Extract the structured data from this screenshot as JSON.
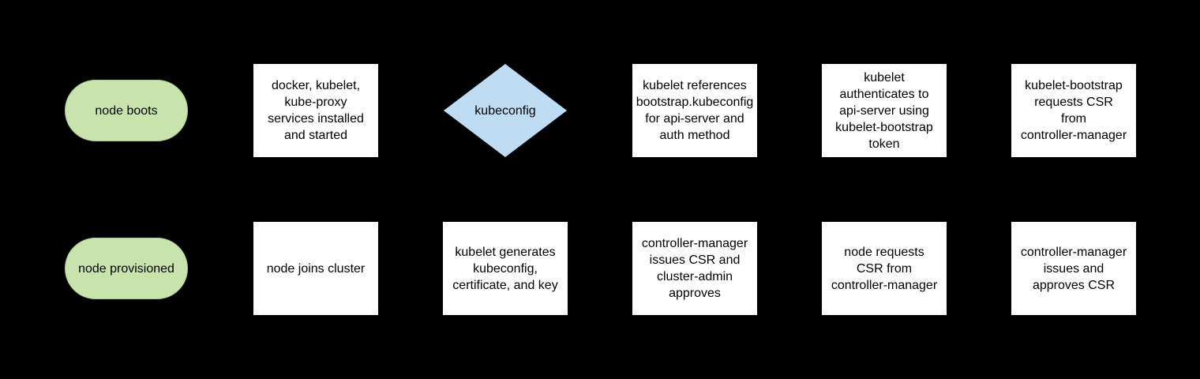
{
  "diagram": {
    "title": "kubelet TLS bootstrapping flowchart",
    "background_color": "#000000",
    "colors": {
      "terminator_fill": "#c8e3ac",
      "terminator_border": "#a9cd8c",
      "decision_fill": "#bedcf4",
      "process_fill": "#ffffff",
      "text": "#000000"
    },
    "nodes": [
      {
        "id": "node-boots",
        "type": "terminator",
        "row": 1,
        "col": 1,
        "label": "node boots"
      },
      {
        "id": "services-installed",
        "type": "process",
        "row": 1,
        "col": 2,
        "label": "docker, kubelet,\nkube-proxy\nservices installed\nand started"
      },
      {
        "id": "kubeconfig-decision",
        "type": "decision",
        "row": 1,
        "col": 3,
        "label": "kubeconfig"
      },
      {
        "id": "kubelet-references-bootstrap",
        "type": "process",
        "row": 1,
        "col": 4,
        "label": "kubelet references\nbootstrap.kubeconfig\nfor api-server and\nauth method"
      },
      {
        "id": "kubelet-authenticates",
        "type": "process",
        "row": 1,
        "col": 5,
        "label": "kubelet\nauthenticates to\napi-server using\nkubelet-bootstrap\ntoken"
      },
      {
        "id": "kubelet-bootstrap-requests-csr",
        "type": "process",
        "row": 1,
        "col": 6,
        "label": "kubelet-bootstrap\nrequests CSR\nfrom\ncontroller-manager"
      },
      {
        "id": "node-provisioned",
        "type": "terminator",
        "row": 2,
        "col": 1,
        "label": "node provisioned"
      },
      {
        "id": "node-joins-cluster",
        "type": "process",
        "row": 2,
        "col": 2,
        "label": "node joins cluster"
      },
      {
        "id": "kubelet-generates-kubeconfig",
        "type": "process",
        "row": 2,
        "col": 3,
        "label": "kubelet generates\nkubeconfig,\ncertificate, and key"
      },
      {
        "id": "controller-manager-issues-admin-approves",
        "type": "process",
        "row": 2,
        "col": 4,
        "label": "controller-manager\nissues CSR and\ncluster-admin\napproves"
      },
      {
        "id": "node-requests-csr",
        "type": "process",
        "row": 2,
        "col": 5,
        "label": "node requests\nCSR from\ncontroller-manager"
      },
      {
        "id": "controller-manager-issues-approves",
        "type": "process",
        "row": 2,
        "col": 6,
        "label": "controller-manager\nissues and\napproves CSR"
      }
    ]
  }
}
